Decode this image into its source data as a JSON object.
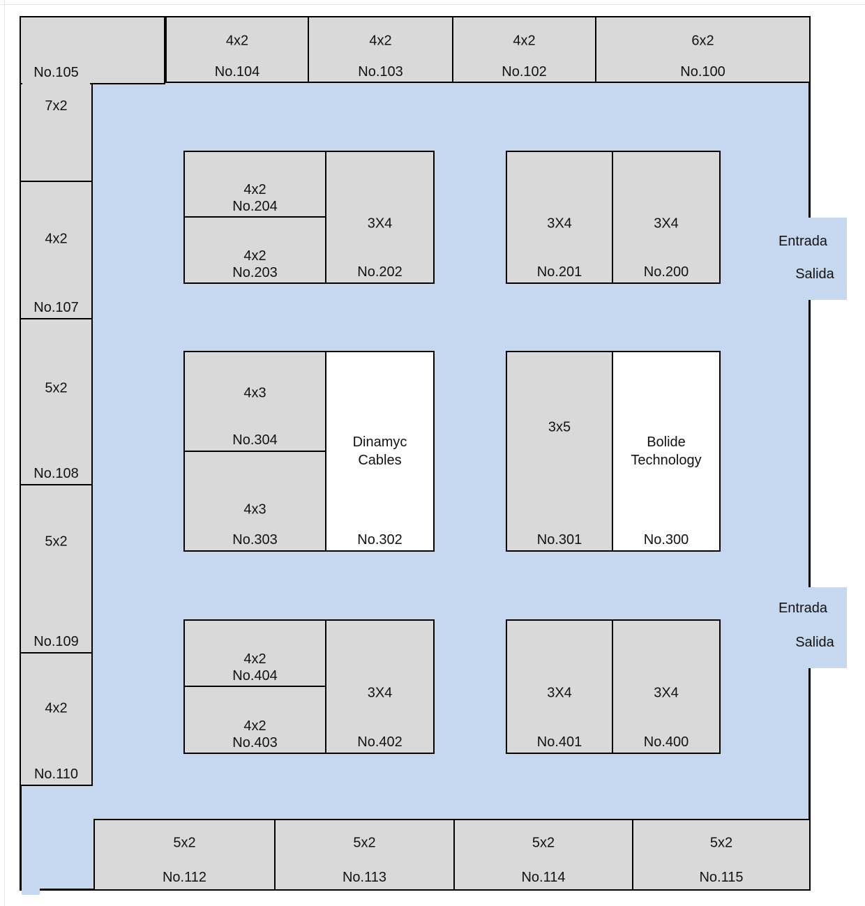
{
  "palette": {
    "aisle_blue": "#c5d8f0",
    "booth_gray": "#d9d9d9",
    "booth_white": "#ffffff",
    "wall_black": "#000000",
    "text_color": "#111111"
  },
  "booths": {
    "b105": {
      "size": "7x2",
      "number": "No.105"
    },
    "b104": {
      "size": "4x2",
      "number": "No.104"
    },
    "b103": {
      "size": "4x2",
      "number": "No.103"
    },
    "b102": {
      "size": "4x2",
      "number": "No.102"
    },
    "b100": {
      "size": "6x2",
      "number": "No.100"
    },
    "b107": {
      "size": "4x2",
      "number": "No.107"
    },
    "b108": {
      "size": "5x2",
      "number": "No.108"
    },
    "b109": {
      "size": "5x2",
      "number": "No.109"
    },
    "b110": {
      "size": "4x2",
      "number": "No.110"
    },
    "b204": {
      "size": "4x2",
      "number": "No.204"
    },
    "b203": {
      "size": "4x2",
      "number": "No.203"
    },
    "b202": {
      "size": "3X4",
      "number": "No.202"
    },
    "b201": {
      "size": "3X4",
      "number": "No.201"
    },
    "b200": {
      "size": "3X4",
      "number": "No.200"
    },
    "b304": {
      "size": "4x3",
      "number": "No.304"
    },
    "b303": {
      "size": "4x3",
      "number": "No.303"
    },
    "b302": {
      "exhibitor_line1": "Dinamyc",
      "exhibitor_line2": "Cables",
      "number": "No.302"
    },
    "b301": {
      "size": "3x5",
      "number": "No.301"
    },
    "b300": {
      "exhibitor_line1": "Bolide",
      "exhibitor_line2": "Technology",
      "number": "No.300"
    },
    "b404": {
      "size": "4x2",
      "number": "No.404"
    },
    "b403": {
      "size": "4x2",
      "number": "No.403"
    },
    "b402": {
      "size": "3X4",
      "number": "No.402"
    },
    "b401": {
      "size": "3X4",
      "number": "No.401"
    },
    "b400": {
      "size": "3X4",
      "number": "No.400"
    },
    "b112": {
      "size": "5x2",
      "number": "No.112"
    },
    "b113": {
      "size": "5x2",
      "number": "No.113"
    },
    "b114": {
      "size": "5x2",
      "number": "No.114"
    },
    "b115": {
      "size": "5x2",
      "number": "No.115"
    }
  },
  "entrances": {
    "top": {
      "entrada": "Entrada",
      "salida": "Salida"
    },
    "bottom": {
      "entrada": "Entrada",
      "salida": "Salida"
    }
  }
}
